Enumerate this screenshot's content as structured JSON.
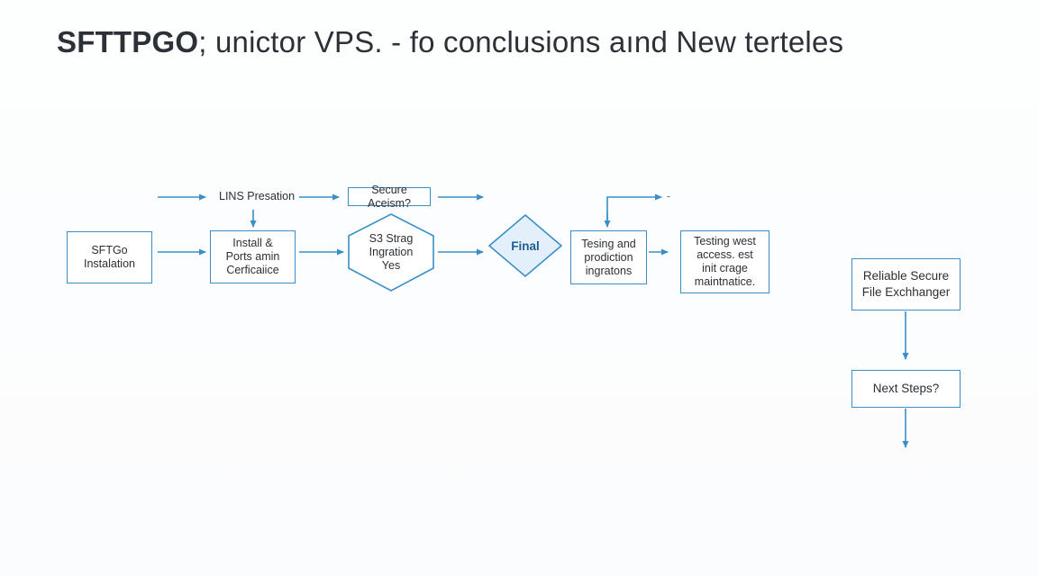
{
  "title": {
    "bold": "SFTTPGO",
    "rest": "; unictor VPS. - fo conclusions aınd New terteles"
  },
  "nodes": {
    "sftpgo_installation": "SFTGo\nInstalation",
    "lins_presation": "LINS Presation",
    "install_ports": "Install &\nPorts amin\nCerficaiice",
    "secure_aceism": "Secure Aceism?",
    "s3_storage": "S3 Strag\nIngration\nYes",
    "final": "Final",
    "testing_production": "Tesing and\nprodiction\ningratons",
    "testing_west": "Testing west\naccess. est\ninit crage\nmaintnatice.",
    "reliable_secure": "Reliable Secure\nFile Exchhanger",
    "next_steps": "Next Steps?",
    "dash": "-"
  },
  "colors": {
    "accent": "#3a8fc7",
    "final_fill": "#e3f0fb",
    "final_text": "#1f5c8f",
    "text": "#2b3036"
  }
}
